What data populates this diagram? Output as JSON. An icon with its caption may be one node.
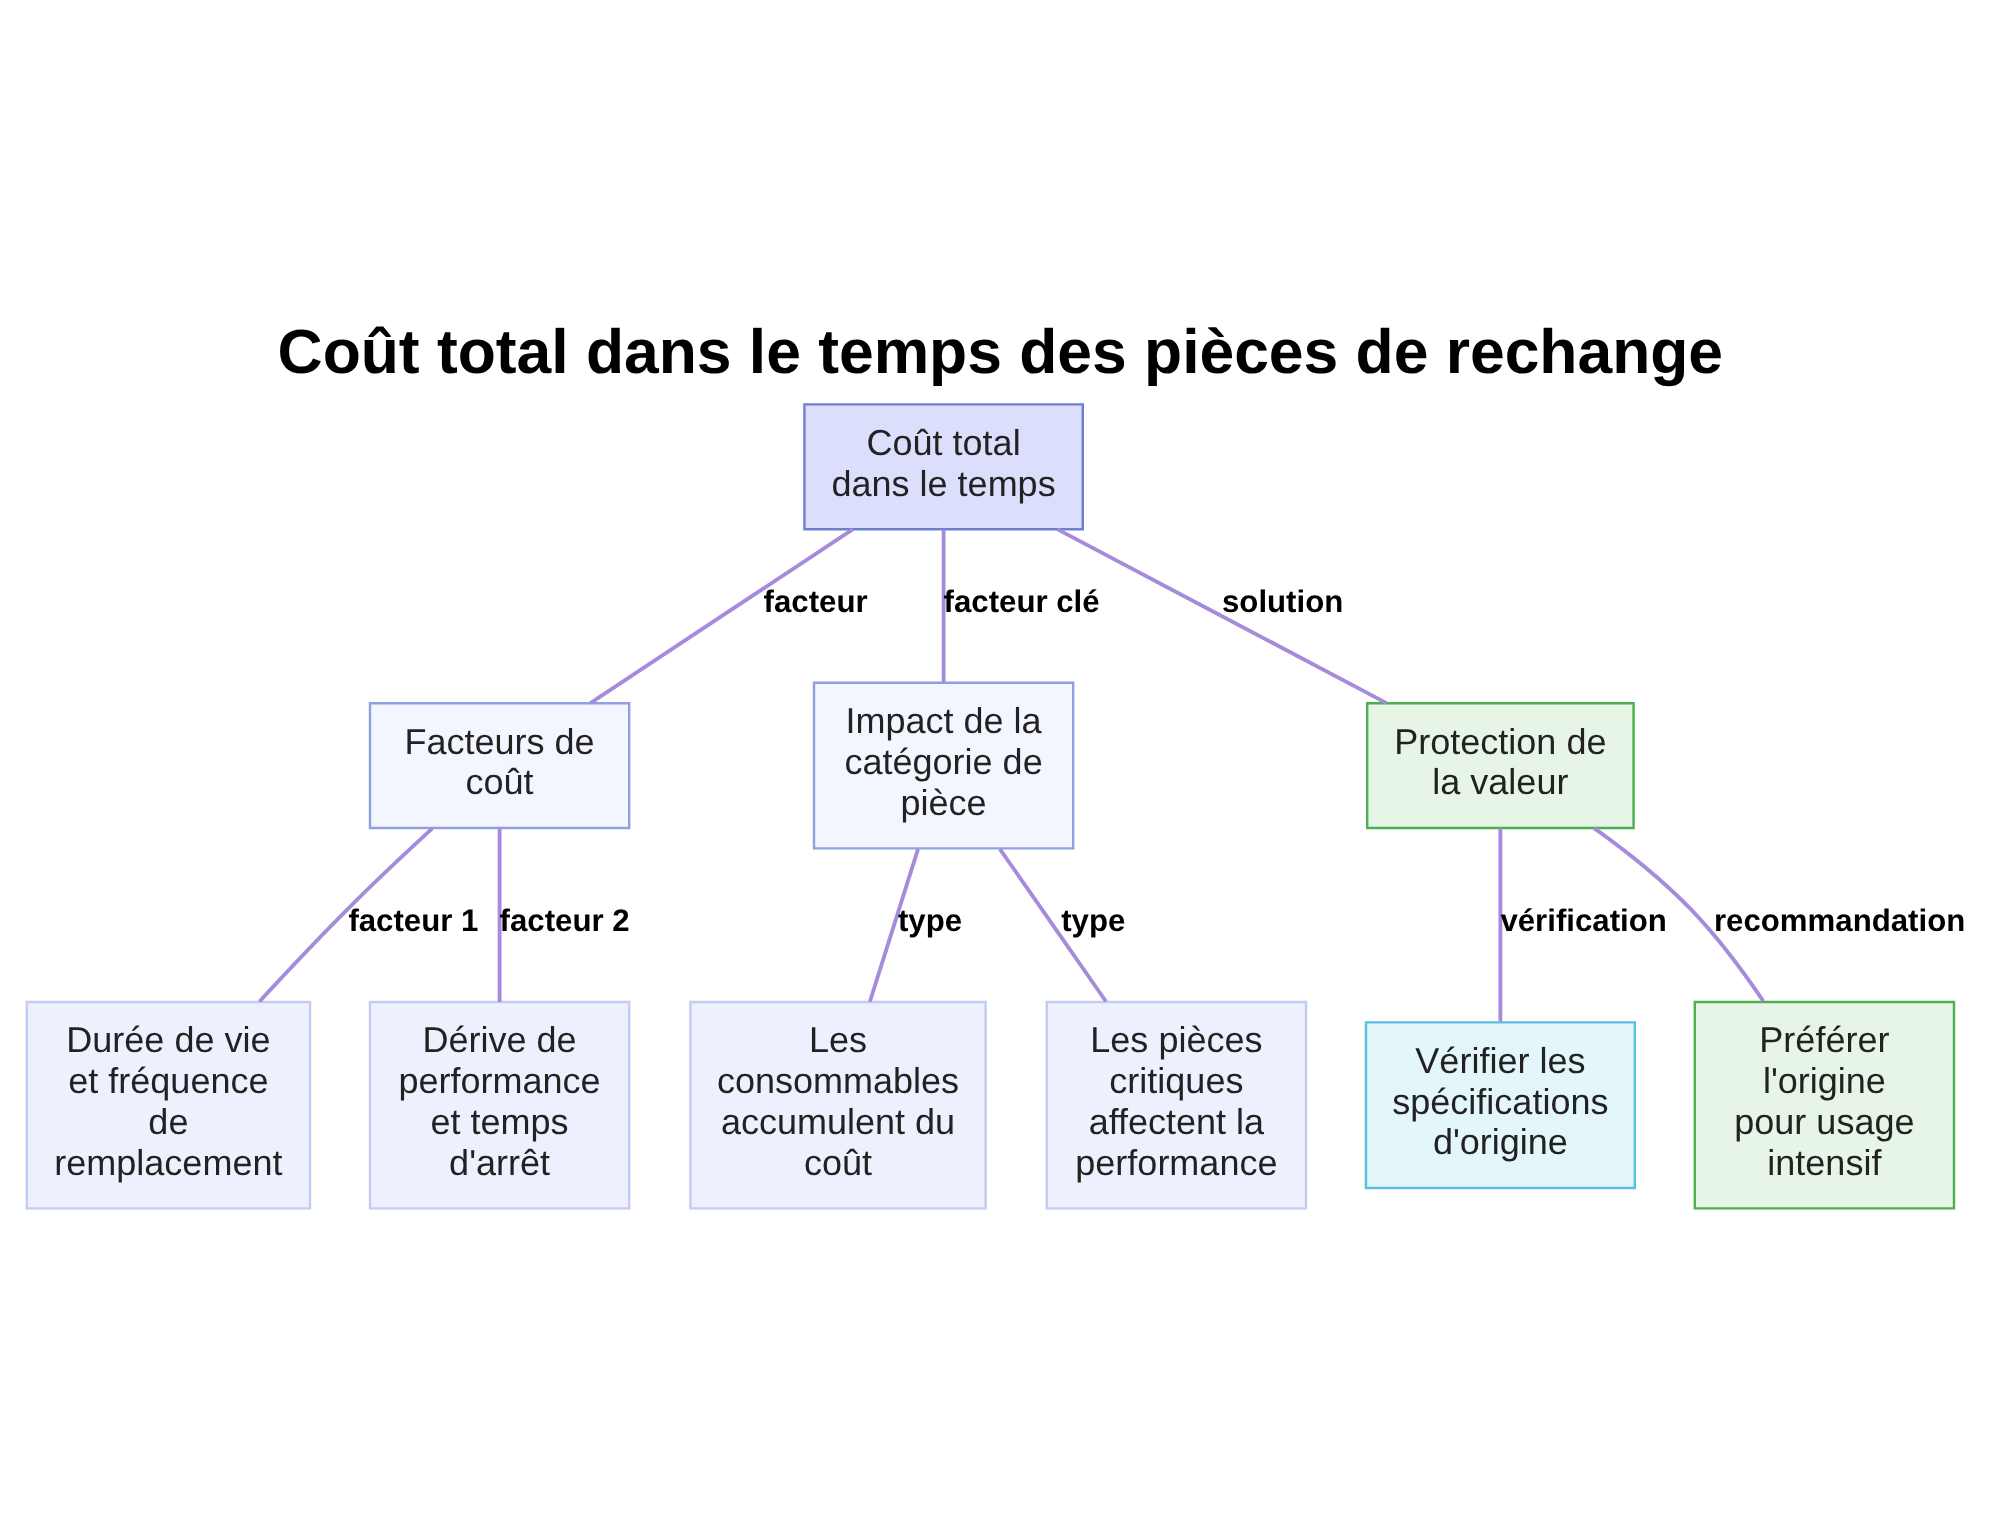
{
  "diagram": {
    "title": "Coût total dans le temps des pièces de rechange",
    "nodes": [
      {
        "text": [
          "Coût total dans le temps"
        ]
      },
      {
        "text": [
          "Facteurs de coût"
        ]
      },
      {
        "text": [
          "Impact de la catégorie de pièce"
        ]
      },
      {
        "text": [
          "Protection de la valeur"
        ]
      },
      {
        "text": [
          "Durée de vie et fréquence de remplacement"
        ]
      },
      {
        "text": [
          "Dérive de performance et temps d'arrêt"
        ]
      },
      {
        "text": [
          "Les consommables accumulent du coût"
        ]
      },
      {
        "text": [
          "Les pièces critiques affectent la performance"
        ]
      },
      {
        "text": [
          "Vérifier les spécifications d'origine"
        ]
      },
      {
        "text": [
          "Préférer l'origine pour usage intensif"
        ]
      }
    ],
    "edges": [
      {
        "from": 0,
        "to": 1,
        "arrow": "none",
        "label": "facteur"
      },
      {
        "from": 0,
        "to": 2,
        "arrow": "none",
        "label": "facteur clé"
      },
      {
        "from": 0,
        "to": 3,
        "arrow": "none",
        "label": "solution"
      },
      {
        "from": 1,
        "to": 4,
        "arrow": "none",
        "label": "facteur 1"
      },
      {
        "from": 1,
        "to": 5,
        "arrow": "none",
        "label": "facteur 2"
      },
      {
        "from": 2,
        "to": 6,
        "arrow": "none",
        "label": "type"
      },
      {
        "from": 2,
        "to": 7,
        "arrow": "none",
        "label": "type"
      },
      {
        "from": 3,
        "to": 8,
        "arrow": "none",
        "label": "vérification"
      },
      {
        "from": 3,
        "to": 9,
        "arrow": "none",
        "label": "recommandation"
      }
    ]
  }
}
